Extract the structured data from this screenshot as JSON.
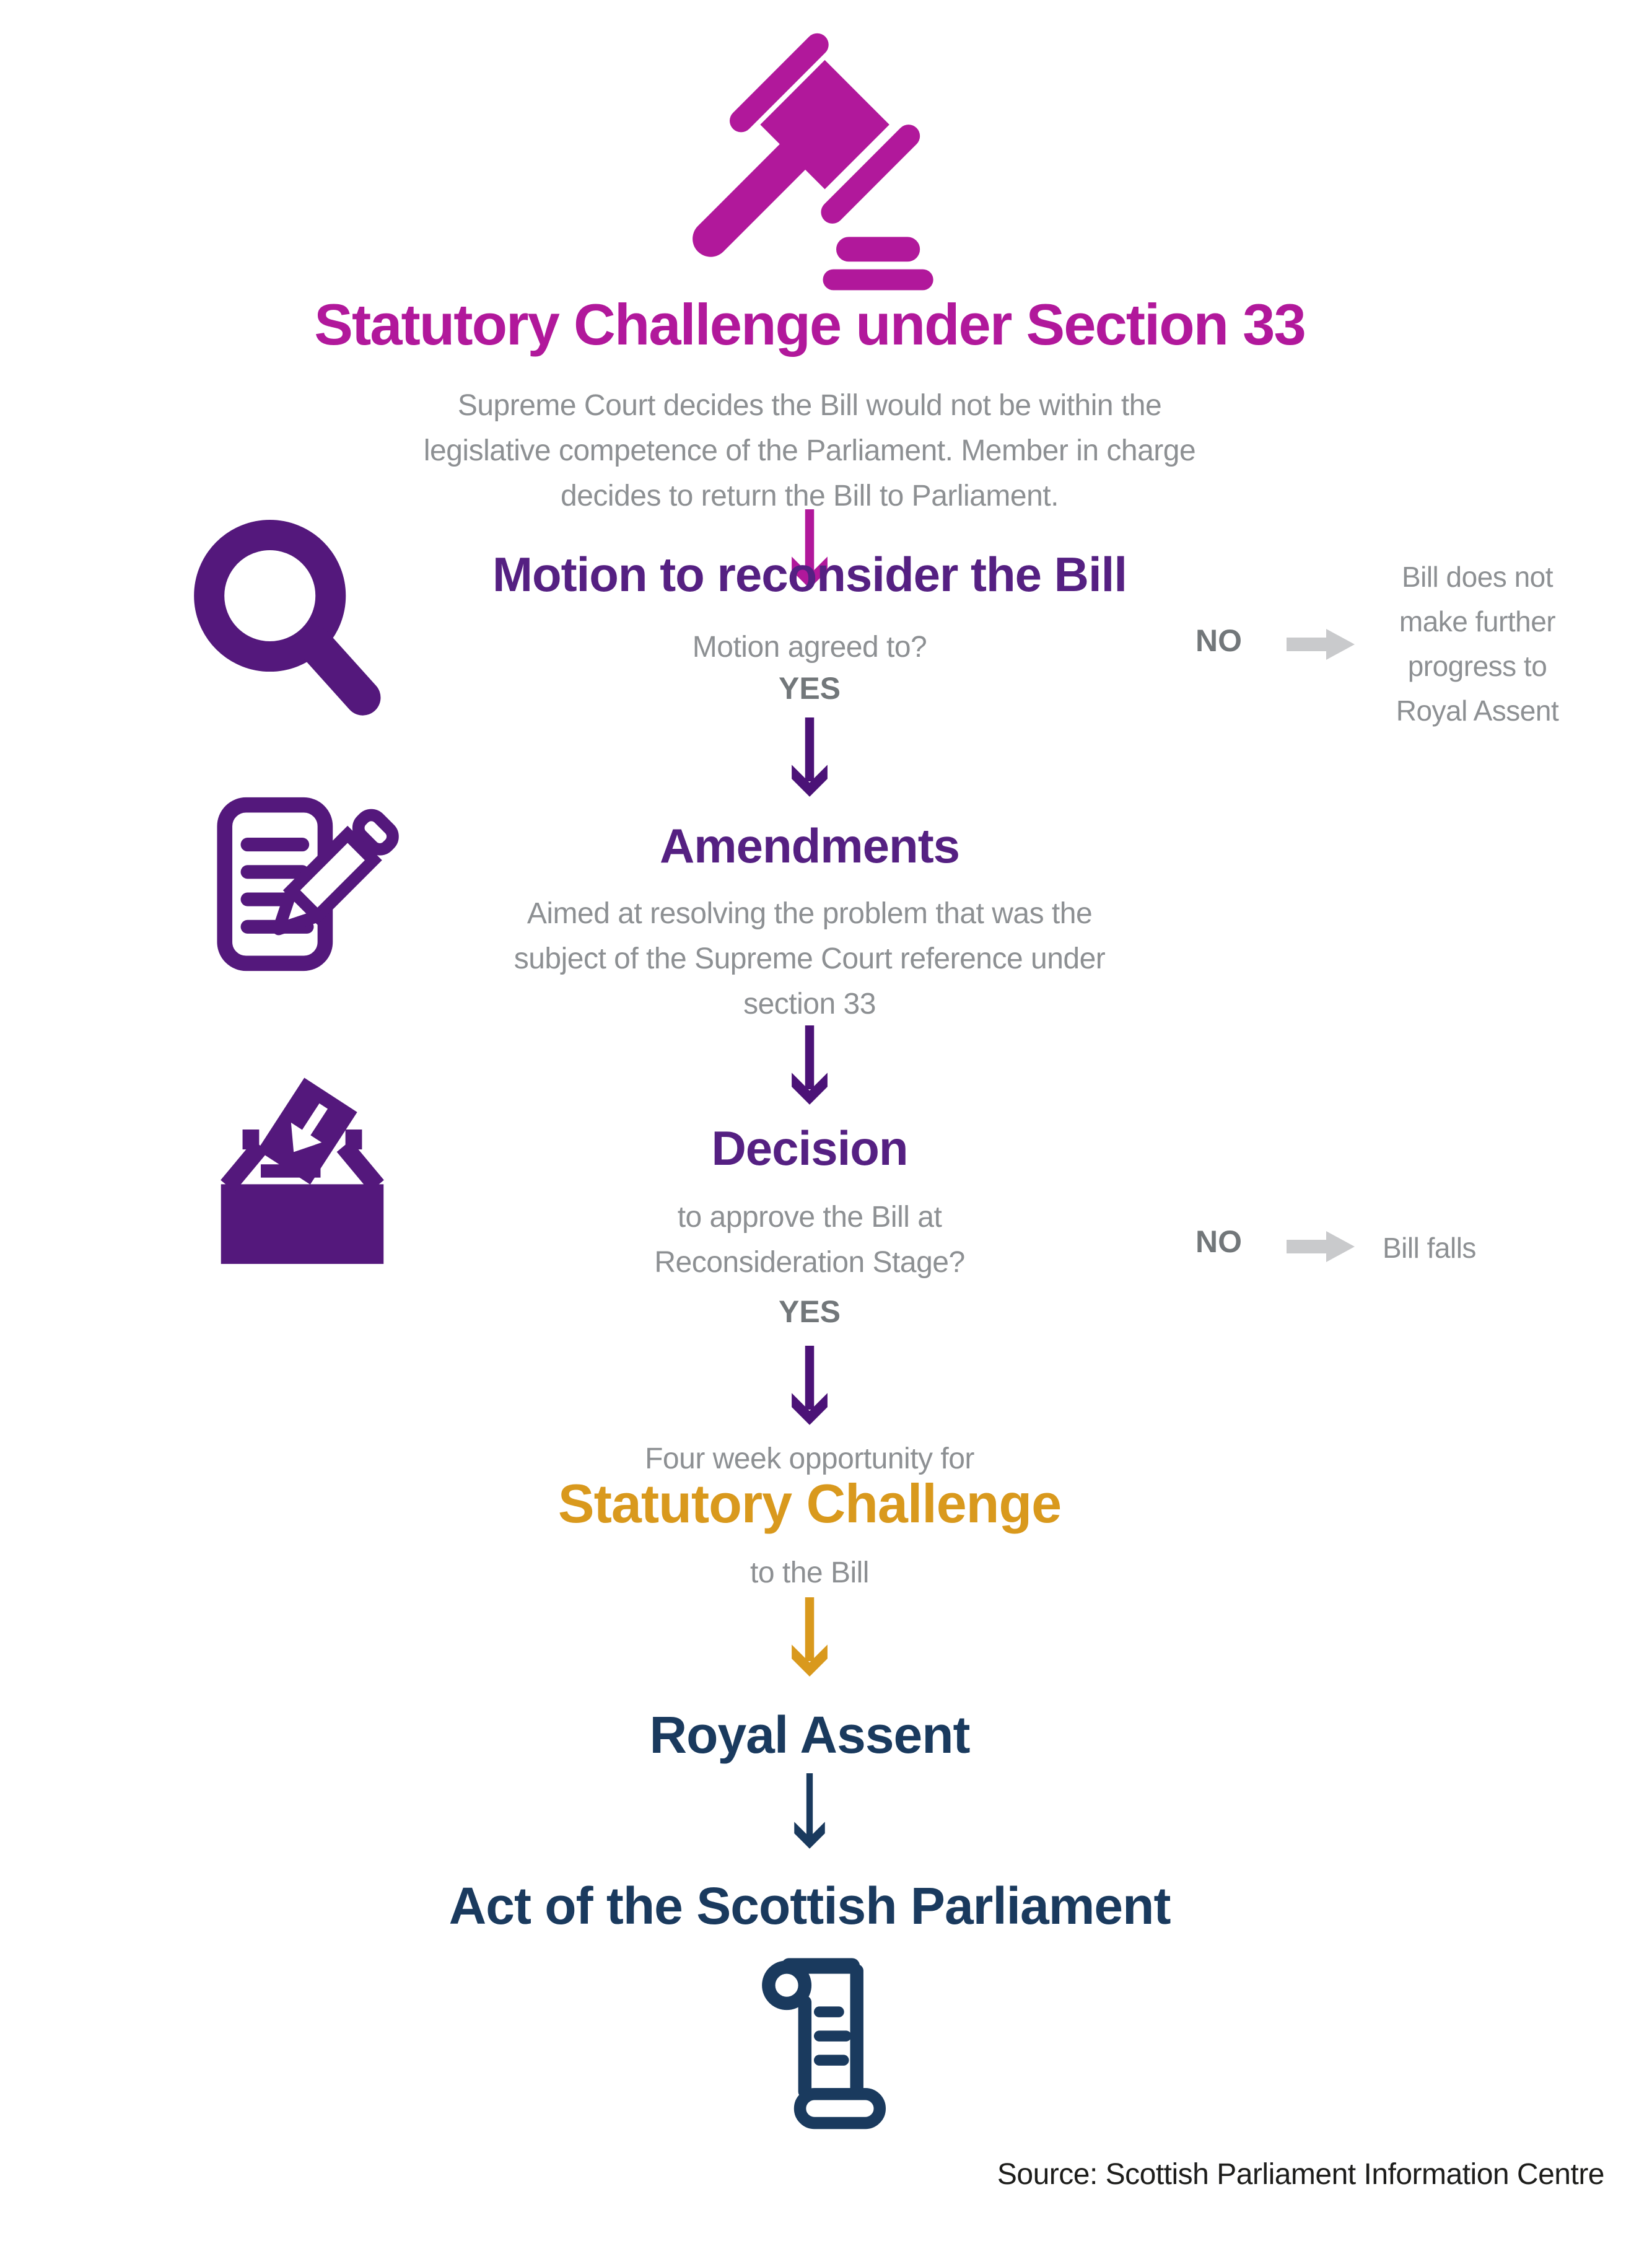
{
  "palette": {
    "magenta": "#b1189b",
    "purple-heading": "#552082",
    "purple-icon": "#54187c",
    "purple-arrow": "#4b1277",
    "gold": "#d9991d",
    "navy": "#1a3a5e",
    "gray-text": "#8d9093",
    "gray-strong": "#72777a",
    "gray-arrow": "#c9cacc",
    "text-dark": "#1d1d1b",
    "background": "#ffffff"
  },
  "header": {
    "icon": "gavel-icon",
    "title": "Statutory Challenge under Section 33",
    "subtitle_lines": [
      "Supreme Court decides the Bill would not be within the",
      "legislative competence of the Parliament. Member in charge",
      "decides to return the Bill to Parliament."
    ]
  },
  "motion": {
    "icon": "search-icon",
    "heading": "Motion to reconsider the Bill",
    "question": "Motion agreed to?",
    "yes_label": "YES",
    "no_label": "NO",
    "no_outcome_lines": [
      "Bill does not",
      "make further",
      "progress to",
      "Royal Assent"
    ]
  },
  "amendments": {
    "icon": "document-pencil-icon",
    "heading": "Amendments",
    "body_lines": [
      "Aimed at resolving the problem that was the",
      "subject of the Supreme Court reference under",
      "section 33"
    ]
  },
  "decision": {
    "icon": "ballot-box-icon",
    "heading": "Decision",
    "question_lines": [
      "to approve the Bill at",
      "Reconsideration Stage?"
    ],
    "yes_label": "YES",
    "no_label": "NO",
    "no_outcome": "Bill falls"
  },
  "challenge": {
    "pre_text": "Four week opportunity for",
    "heading": "Statutory Challenge",
    "post_text": "to the Bill"
  },
  "royal_assent": {
    "heading": "Royal Assent"
  },
  "act": {
    "icon": "scroll-icon",
    "heading": "Act of the Scottish Parliament"
  },
  "footer": {
    "source": "Source: Scottish Parliament Information Centre"
  }
}
